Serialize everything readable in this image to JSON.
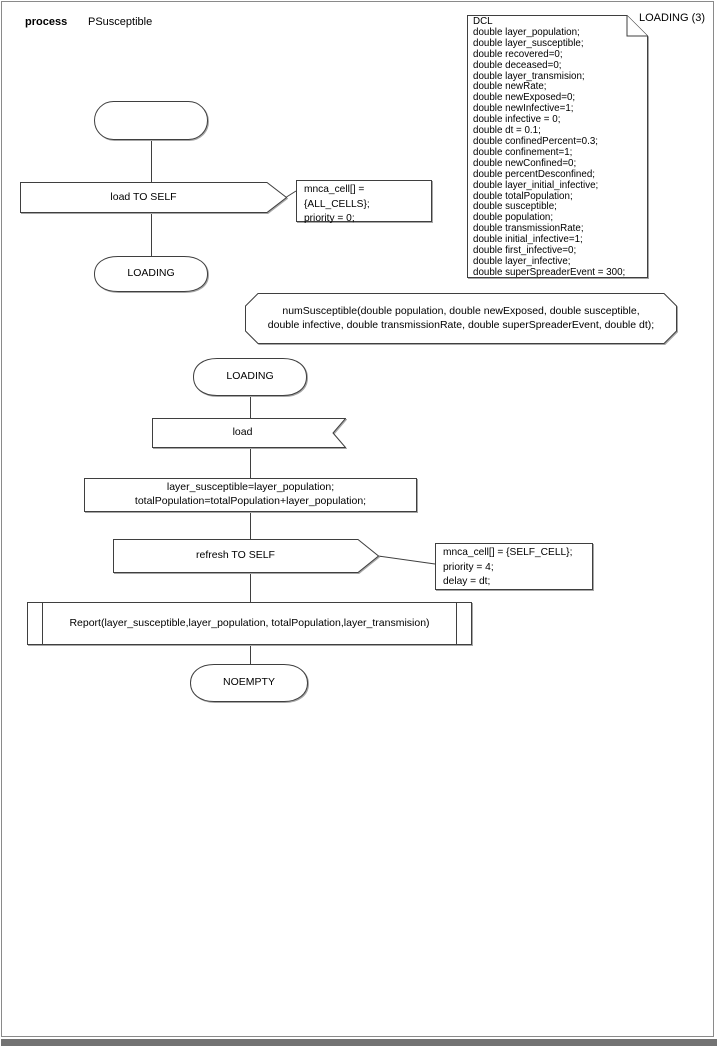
{
  "header": {
    "keyword": "process",
    "name": "PSusceptible"
  },
  "page": {
    "label": "LOADING (3)"
  },
  "dcl": {
    "lines": [
      "DCL",
      "double layer_population;",
      "double layer_susceptible;",
      "double recovered=0;",
      "double deceased=0;",
      "double layer_transmision;",
      "double newRate;",
      "double newExposed=0;",
      "double newInfective=1;",
      "double infective = 0;",
      "double dt = 0.1;",
      "double confinedPercent=0.3;",
      "double confinement=1;",
      "double newConfined=0;",
      "double percentDesconfined;",
      "double layer_initial_infective;",
      "double totalPopulation;",
      "double susceptible;",
      "double population;",
      "double transmissionRate;",
      "double initial_infective=1;",
      "double first_infective=0;",
      "double layer_infective;",
      "double superSpreaderEvent = 300;"
    ]
  },
  "procedure_declaration": {
    "lines": [
      "numSusceptible(double population, double newExposed, double susceptible,",
      "double infective, double transmissionRate, double superSpreaderEvent, double dt);"
    ]
  },
  "flow_start": {
    "output_label": "load TO SELF",
    "comment_lines": [
      "mnca_cell[] = {ALL_CELLS};",
      "priority = 0;"
    ],
    "next_state": "LOADING"
  },
  "flow_loading": {
    "state": "LOADING",
    "input_label": "load",
    "task_lines": [
      "layer_susceptible=layer_population;",
      "totalPopulation=totalPopulation+layer_population;"
    ],
    "output_label": "refresh TO SELF",
    "comment_lines": [
      "mnca_cell[] = {SELF_CELL};",
      "priority = 4;",
      "delay = dt;"
    ],
    "procedure_call": "Report(layer_susceptible,layer_population, totalPopulation,layer_transmision)",
    "next_state": "NOEMPTY"
  }
}
